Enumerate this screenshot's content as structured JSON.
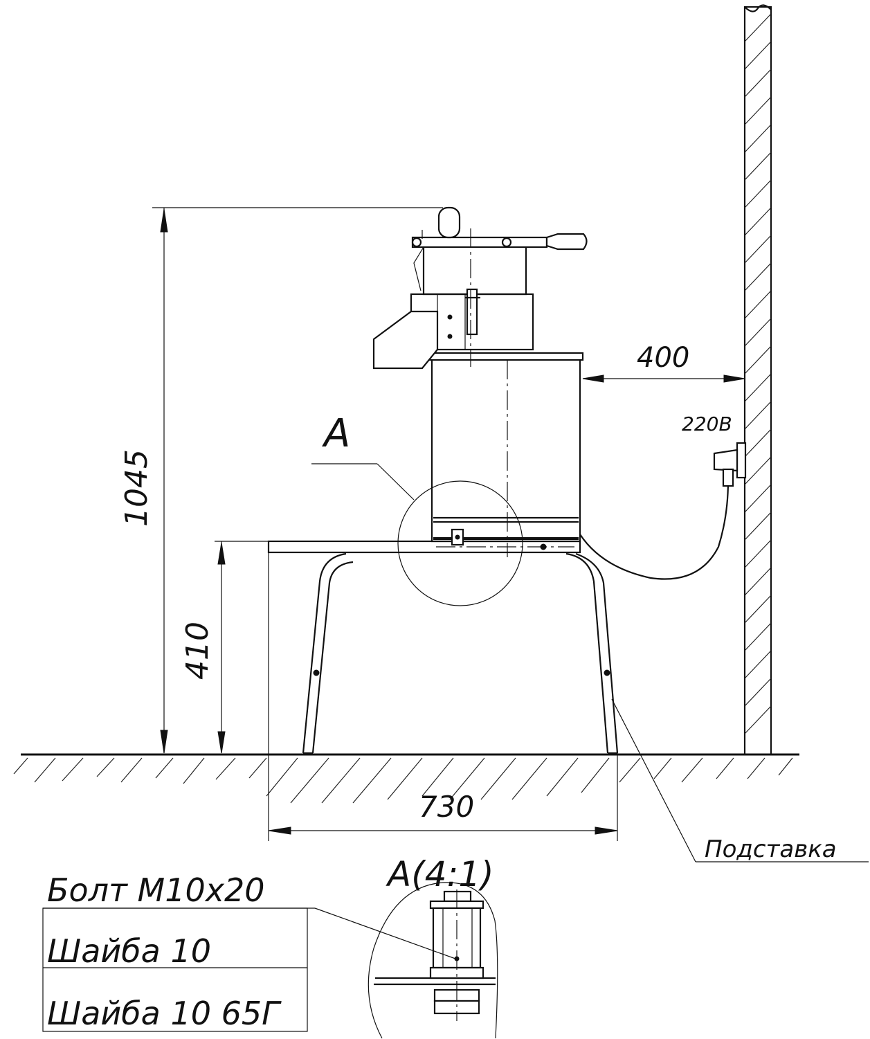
{
  "dimensions": {
    "wall_gap": "400",
    "voltage": "220В",
    "total_height": "1045",
    "stand_height": "410",
    "stand_width": "730"
  },
  "callout": {
    "label": "A",
    "detail_title": "A(4:1)"
  },
  "leader_labels": {
    "stand": "Подставка"
  },
  "parts": [
    "Болт М10х20",
    "Шайба 10",
    "Шайба 10 65Г"
  ]
}
